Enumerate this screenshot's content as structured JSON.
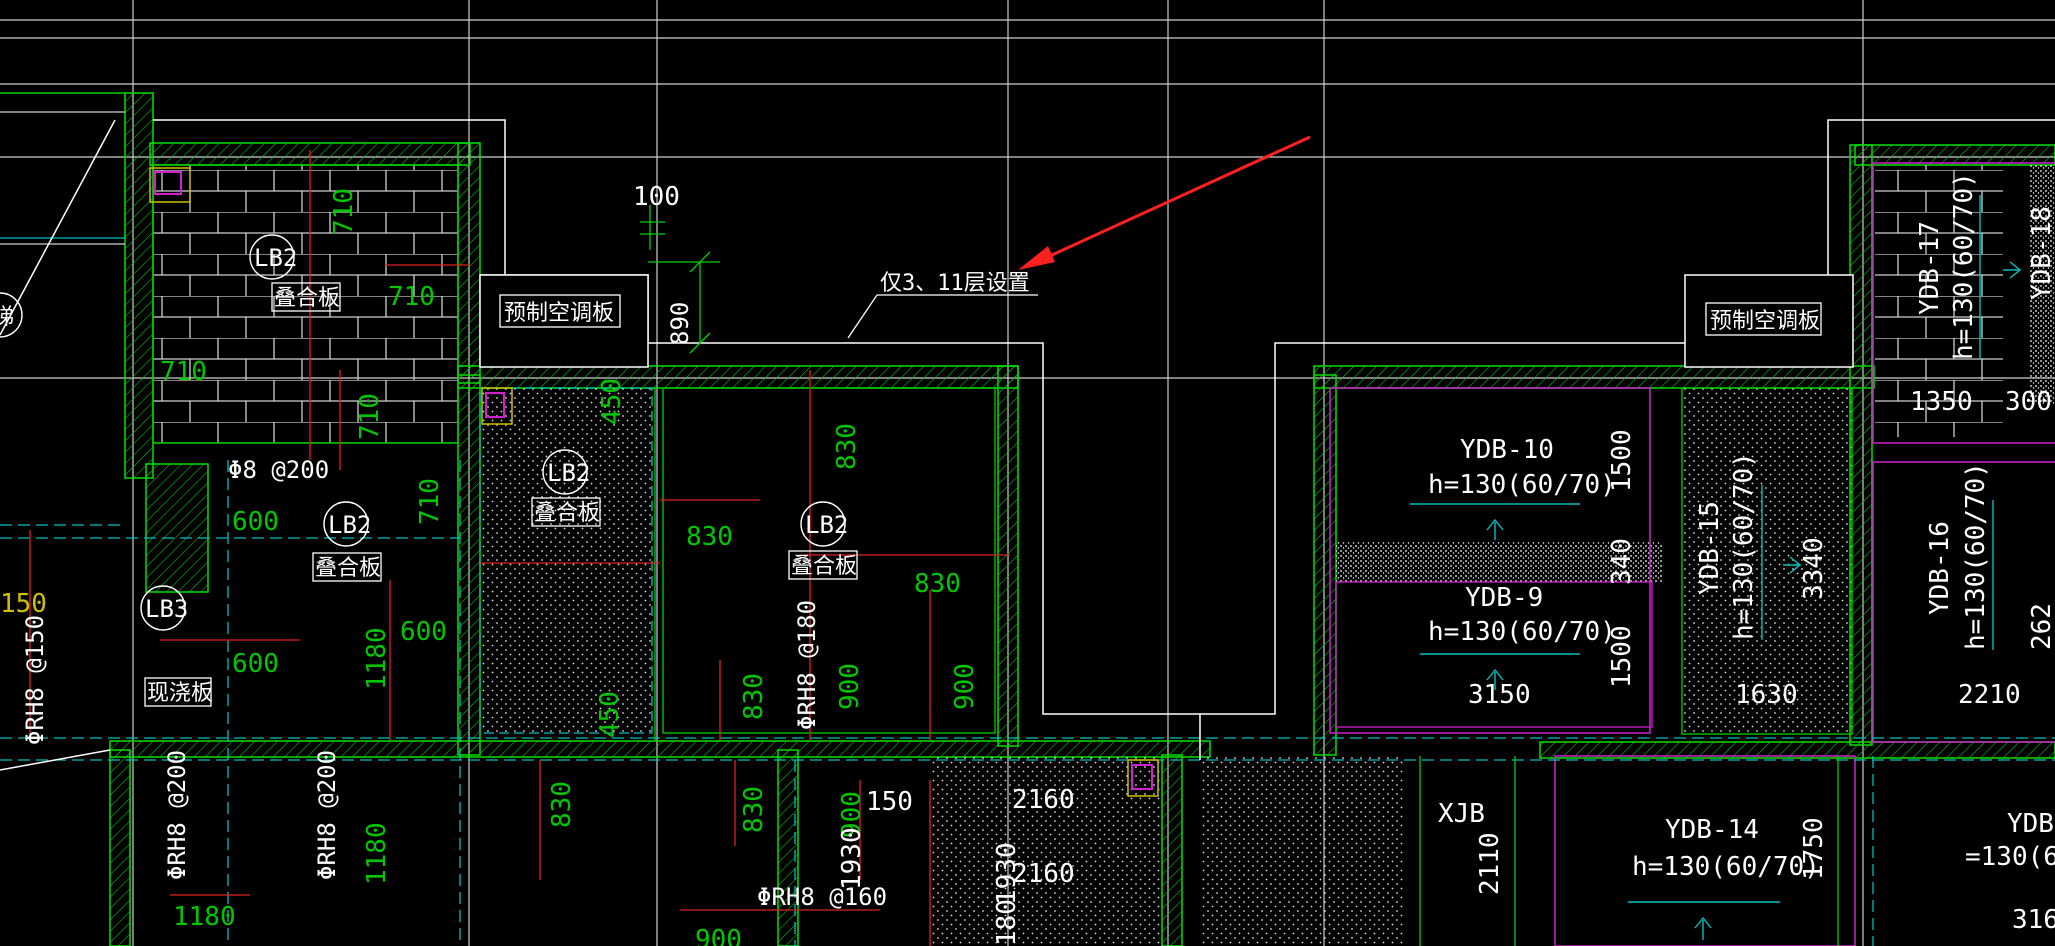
{
  "colors": {
    "background": "#000000",
    "wall": "#00ff00",
    "grid": "#ffffff",
    "dim_text": "#00c800",
    "cyan": "#00c0c0",
    "magenta": "#d020d0",
    "red": "#e02020",
    "yellow": "#d0c000",
    "annotation_arrow": "#ff2020"
  },
  "annotation": {
    "text": "仅3、11层设置",
    "dim_100": "100",
    "dim_890": "890"
  },
  "ac_board_labels": [
    "预制空调板",
    "预制空调板"
  ],
  "slab_labels": {
    "lb2_a": "LB2",
    "lb2_b": "LB2",
    "lb2_c": "LB2",
    "lb2_d": "LB2",
    "lb3": "LB3",
    "diehe": "叠合板",
    "xianjiao": "现浇板",
    "stair_glyph": "梯",
    "ydb10": "YDB-10",
    "ydb9": "YDB-9",
    "ydb14": "YDB-14",
    "ydb15": "YDB-15",
    "ydb16": "YDB-16",
    "ydb17": "YDB-17",
    "ydb18": "YDB-18",
    "ydb_cut": "YDB-",
    "h130": "h=130(60/70)",
    "h130_cut": "=130(6",
    "xjb": "XJB"
  },
  "rebar_labels": {
    "phi8_200": "Φ8 @200",
    "phirh8_150": "ΦRH8 @150",
    "phirh8_200a": "ΦRH8 @200",
    "phirh8_200b": "ΦRH8 @200",
    "phirh8_180": "ΦRH8 @180",
    "phirh8_160": "ΦRH8 @160"
  },
  "dimensions": {
    "d710a": "710",
    "d710b": "710",
    "d710c": "710",
    "d710d": "710",
    "d710e": "710",
    "d600a": "600",
    "d600b": "600",
    "d600c": "600",
    "d1180a": "1180",
    "d1180b": "1180",
    "d1180c": "1180",
    "d150a": "150",
    "d150b": "150",
    "d450a": "450",
    "d450b": "450",
    "d830a": "830",
    "d830b": "830",
    "d830c": "830",
    "d830d": "830",
    "d830e": "830",
    "d830f": "830",
    "d900a": "900",
    "d900b": "900",
    "d900c": "900",
    "d900d": "900",
    "d1930a": "1930",
    "d1930b": "1930",
    "d2160a": "2160",
    "d2160b": "2160",
    "d1500a": "1500",
    "d1500b": "1500",
    "d340": "340",
    "d3150": "3150",
    "d3340": "3340",
    "d1630": "1630",
    "d2210": "2210",
    "d2620_cut": "262",
    "d1350": "1350",
    "d300": "300",
    "d2110": "2110",
    "d1750": "1750",
    "d3160_cut": "316",
    "d180_cut": "180"
  }
}
